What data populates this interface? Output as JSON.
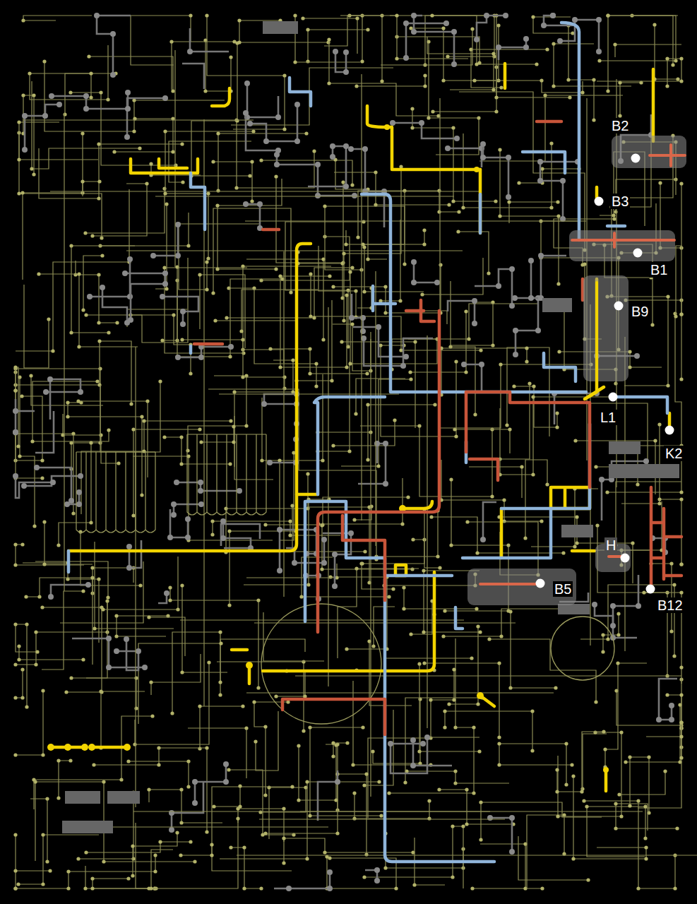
{
  "diagram": {
    "nodes": [
      {
        "text": [
          "B2"
        ]
      },
      {
        "text": [
          "B1"
        ]
      },
      {
        "text": [
          "B9"
        ]
      },
      {
        "text": [
          "H"
        ]
      },
      {
        "text": [
          "B5"
        ]
      }
    ],
    "labels": [
      "B3",
      "L1",
      "K2",
      "B12"
    ]
  }
}
